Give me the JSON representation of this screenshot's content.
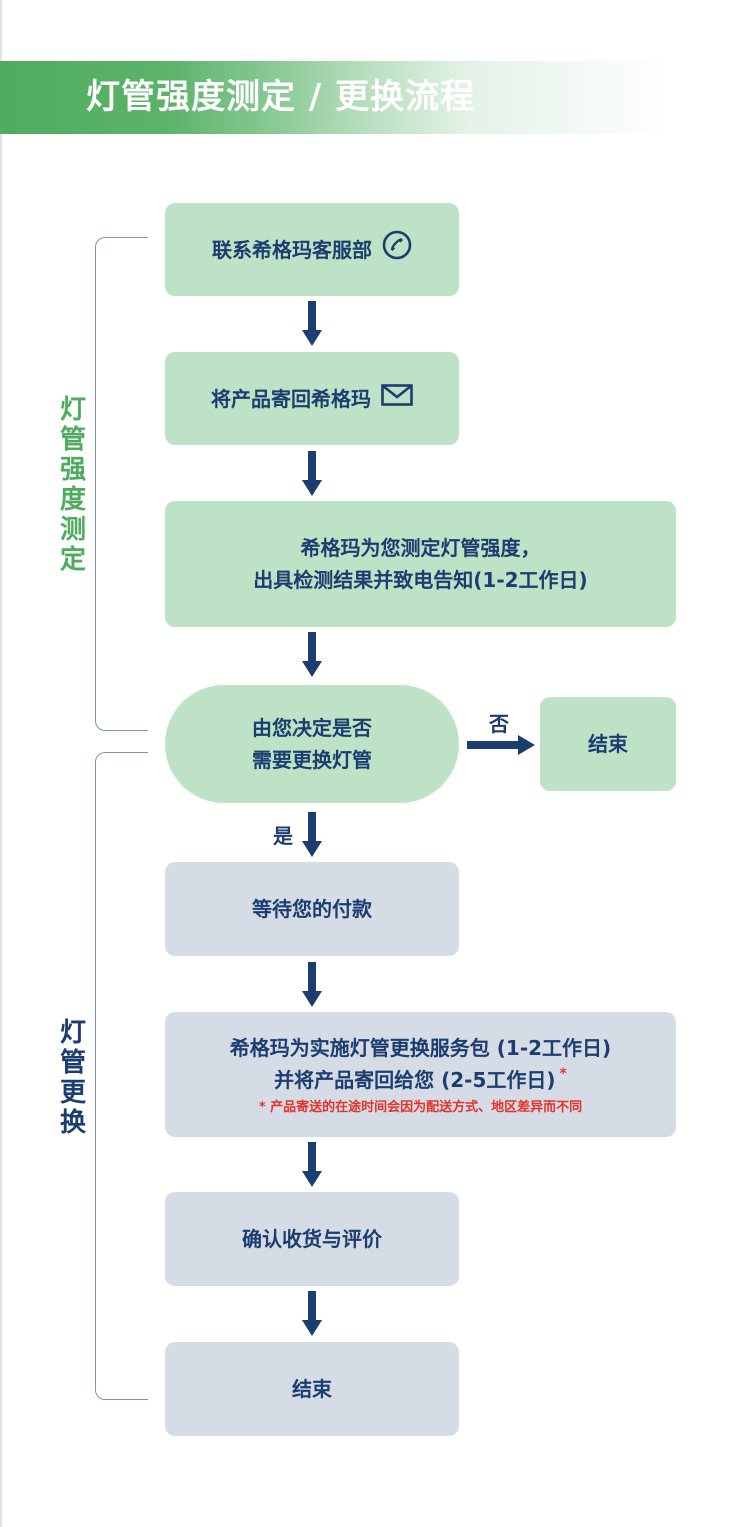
{
  "page_title": "灯管强度测定 / 更换流程",
  "colors": {
    "accent_green": "#4fac5f",
    "node_green": "#bde2c5",
    "node_gray": "#d6dce6",
    "text_navy": "#1c3d70",
    "note_red": "#e53228"
  },
  "sections": {
    "measurement": {
      "label": "灯管强度测定",
      "color": "#4fac5f"
    },
    "replacement": {
      "label": "灯管更换",
      "color": "#1c3d70"
    }
  },
  "nodes": {
    "contact": {
      "text": "联系希格玛客服部",
      "icon": "phone-icon"
    },
    "send_back": {
      "text": "将产品寄回希格玛",
      "icon": "mail-icon"
    },
    "measure": {
      "line1": "希格玛为您测定灯管强度，",
      "line2": "出具检测结果并致电告知(1-2工作日)"
    },
    "decision": {
      "line1": "由您决定是否",
      "line2": "需要更换灯管"
    },
    "end_no": {
      "text": "结束"
    },
    "payment": {
      "text": "等待您的付款"
    },
    "service": {
      "line1": "希格玛为实施灯管更换服务包 (1-2工作日)",
      "line2": "并将产品寄回给您 (2-5工作日)",
      "asterisk": "*",
      "note": "*  产品寄送的在途时间会因为配送方式、地区差异而不同"
    },
    "confirm": {
      "text": "确认收货与评价"
    },
    "end_final": {
      "text": "结束"
    }
  },
  "branches": {
    "no": "否",
    "yes": "是"
  }
}
